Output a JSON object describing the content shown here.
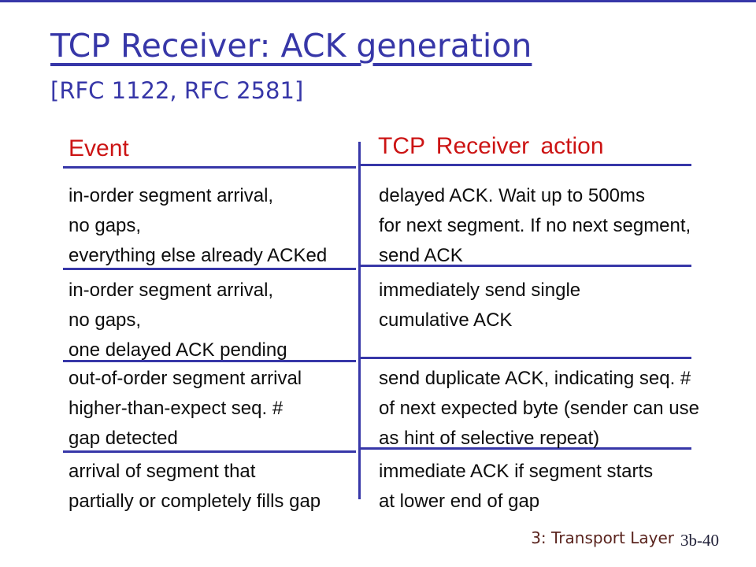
{
  "slide": {
    "title": "TCP Receiver: ACK generation",
    "subtitle": "[RFC 1122, RFC 2581]",
    "colors": {
      "accent_blue": "#3737a8",
      "header_red": "#cc1414",
      "body_text": "#0d0d0d",
      "footer_red": "#5a241e",
      "page_num": "#202038"
    },
    "table": {
      "event_header": "Event",
      "action_header": "TCP Receiver action",
      "rows": [
        {
          "event": [
            "in-order segment arrival,",
            "no gaps,",
            "everything else already ACKed"
          ],
          "action": [
            "delayed ACK. Wait up to 500ms",
            "for next segment. If no next segment,",
            "send ACK"
          ]
        },
        {
          "event": [
            "in-order segment arrival,",
            "no gaps,",
            "one delayed ACK pending"
          ],
          "action": [
            "immediately send single",
            "cumulative ACK"
          ]
        },
        {
          "event": [
            "out-of-order segment arrival",
            "higher-than-expect seq. #",
            "gap detected"
          ],
          "action": [
            "send duplicate ACK, indicating seq. #",
            "of next expected byte (sender can use",
            "as hint of selective repeat)"
          ]
        },
        {
          "event": [
            "arrival of segment that",
            "partially or completely fills gap"
          ],
          "action": [
            "immediate ACK if segment starts",
            "at lower end of gap"
          ]
        }
      ]
    },
    "footer": {
      "section": "3: Transport Layer",
      "page": "3b-40"
    }
  }
}
